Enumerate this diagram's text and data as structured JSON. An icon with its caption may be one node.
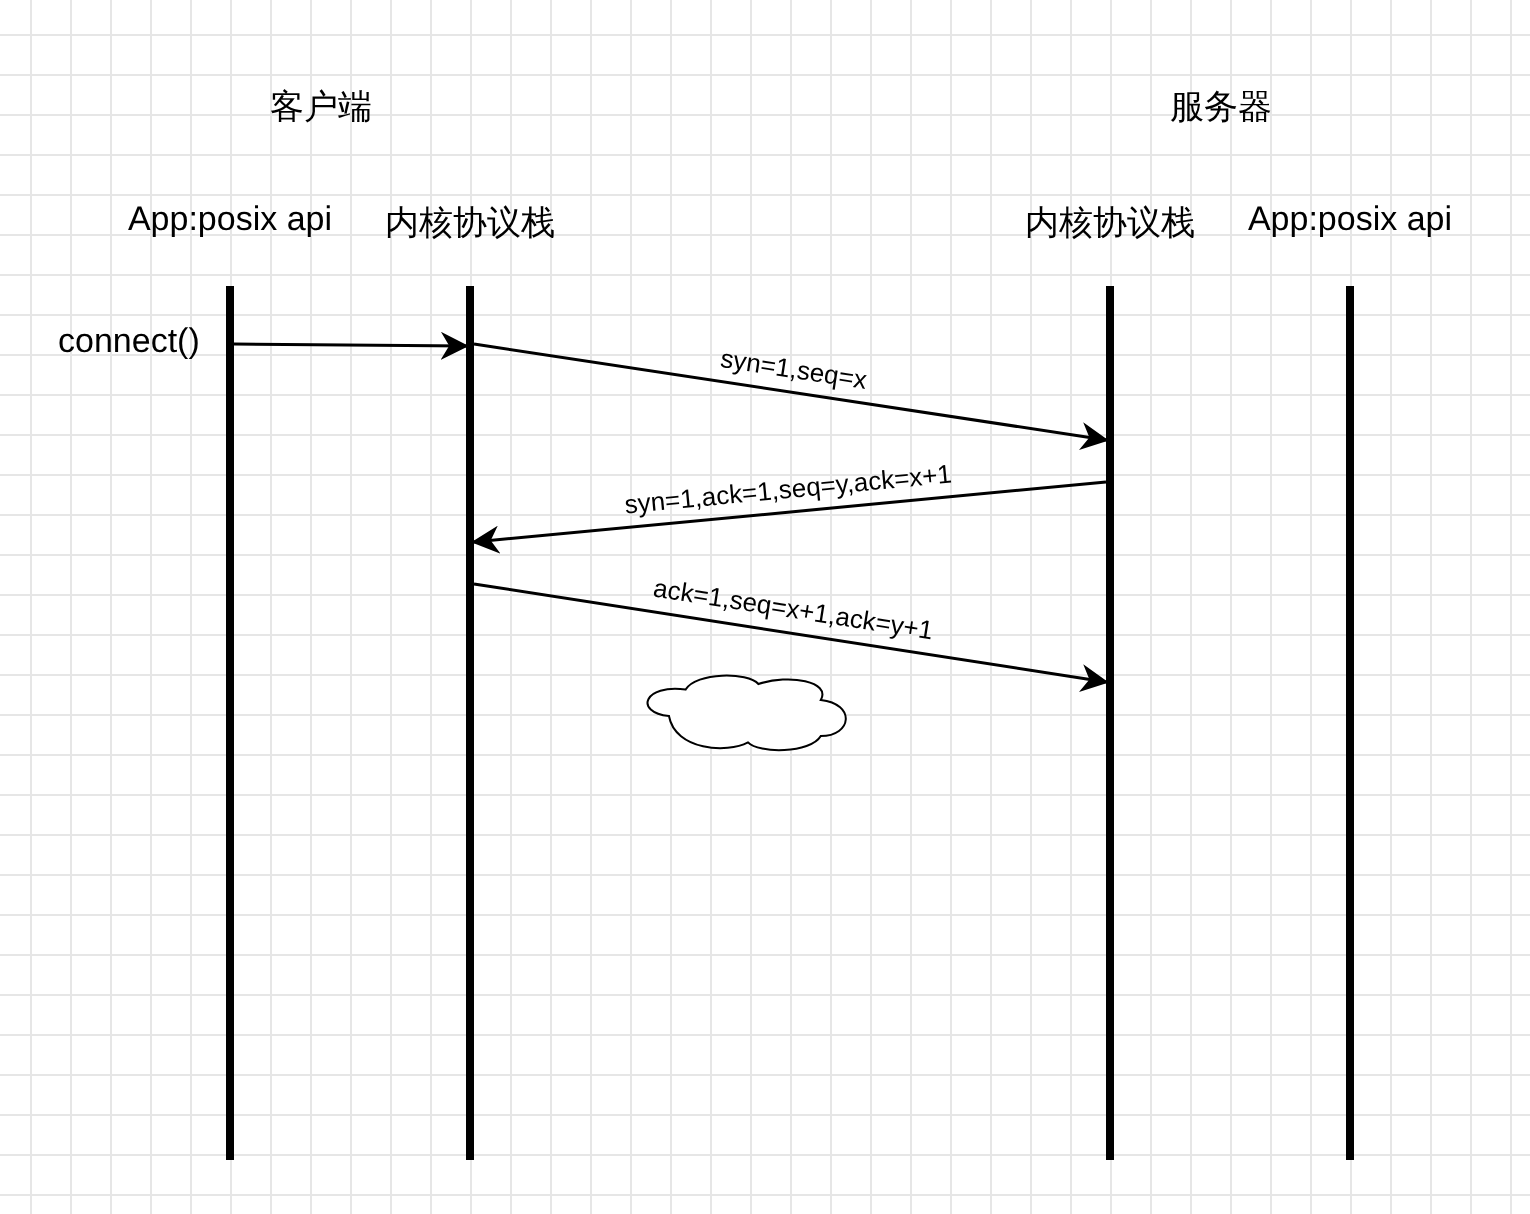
{
  "diagram": {
    "nodes": [
      {
        "text": [
          "App:posix api"
        ]
      },
      {
        "text": [
          "内核协议栈"
        ]
      },
      {
        "text": [
          "内核协议栈"
        ]
      },
      {
        "text": [
          "App:posix api"
        ]
      },
      {
        "text": [],
        "shape": "cloud"
      }
    ],
    "edges": [
      {
        "from": 0,
        "to": 1,
        "arrow": "to",
        "label": "connect()"
      },
      {
        "from": 1,
        "to": 2,
        "arrow": "to",
        "label": "syn=1,seq=x"
      },
      {
        "from": 2,
        "to": 1,
        "arrow": "to",
        "label": "syn=1,ack=1,seq=y,ack=x+1"
      },
      {
        "from": 1,
        "to": 2,
        "arrow": "to",
        "label": "ack=1,seq=x+1,ack=y+1"
      }
    ],
    "labels": [
      "客户端",
      "服务器"
    ]
  }
}
